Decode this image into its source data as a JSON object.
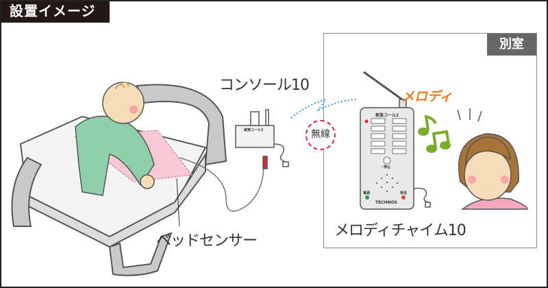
{
  "title": "設置イメージ",
  "room_label": "別室",
  "labels": {
    "console": "コンソール10",
    "bed_sensor": "ベッドセンサー",
    "chime": "メロディチャイム10",
    "melody": "メロディ",
    "wireless": "無線"
  },
  "device": {
    "name": "家族コール2",
    "brand": "TECHNOS",
    "stop": "♪停止",
    "power": "電源",
    "receive": "受信"
  },
  "colors": {
    "accent_orange": "#ee7a1a",
    "wireless_red": "#d42a3a",
    "note_green": "#7aae2a"
  }
}
